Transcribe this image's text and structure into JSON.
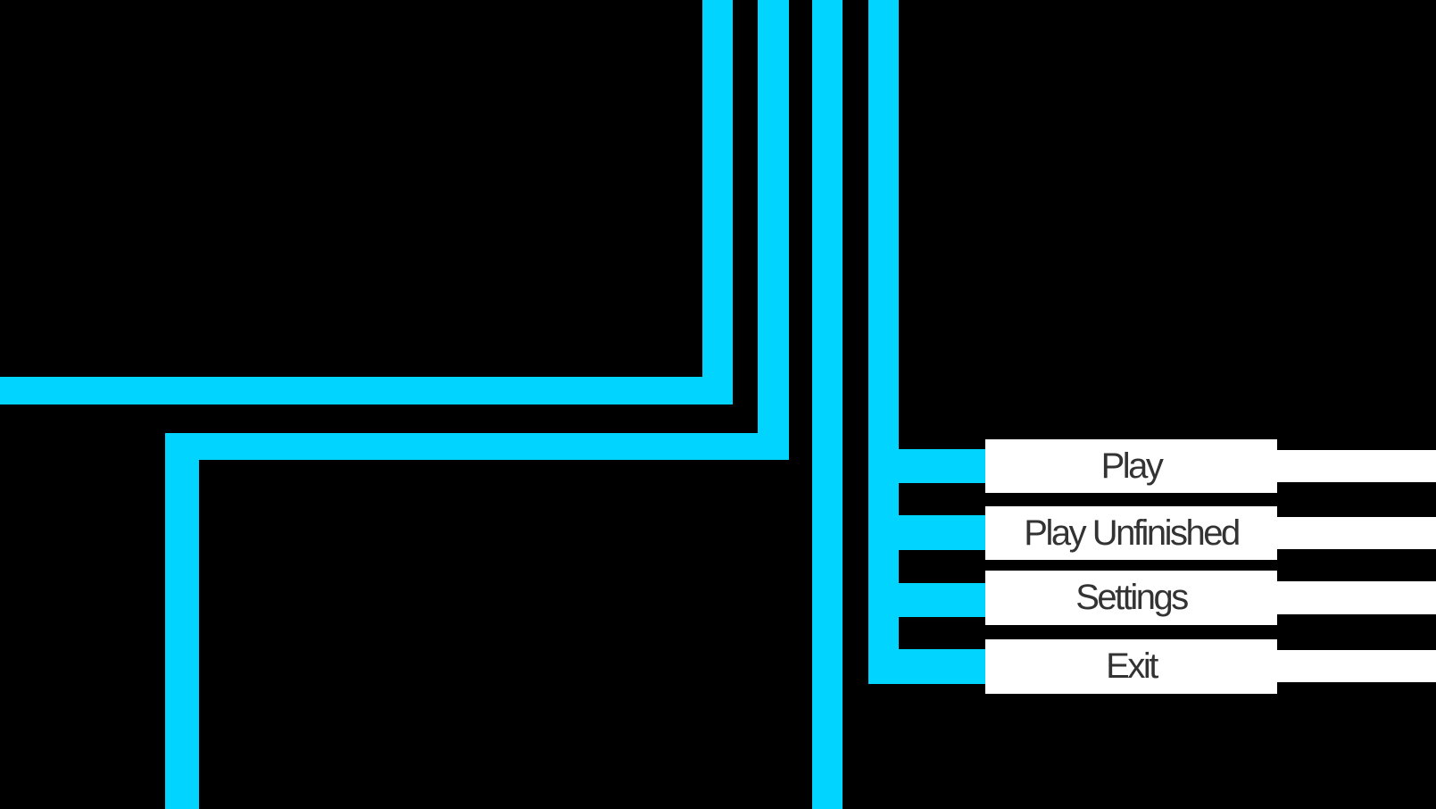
{
  "menu": {
    "items": [
      {
        "label": "Play"
      },
      {
        "label": "Play Unfinished"
      },
      {
        "label": "Settings"
      },
      {
        "label": "Exit"
      }
    ]
  },
  "colors": {
    "accent": "#00d4ff",
    "button": "#ffffff",
    "text": "#333333",
    "background": "#000000"
  }
}
